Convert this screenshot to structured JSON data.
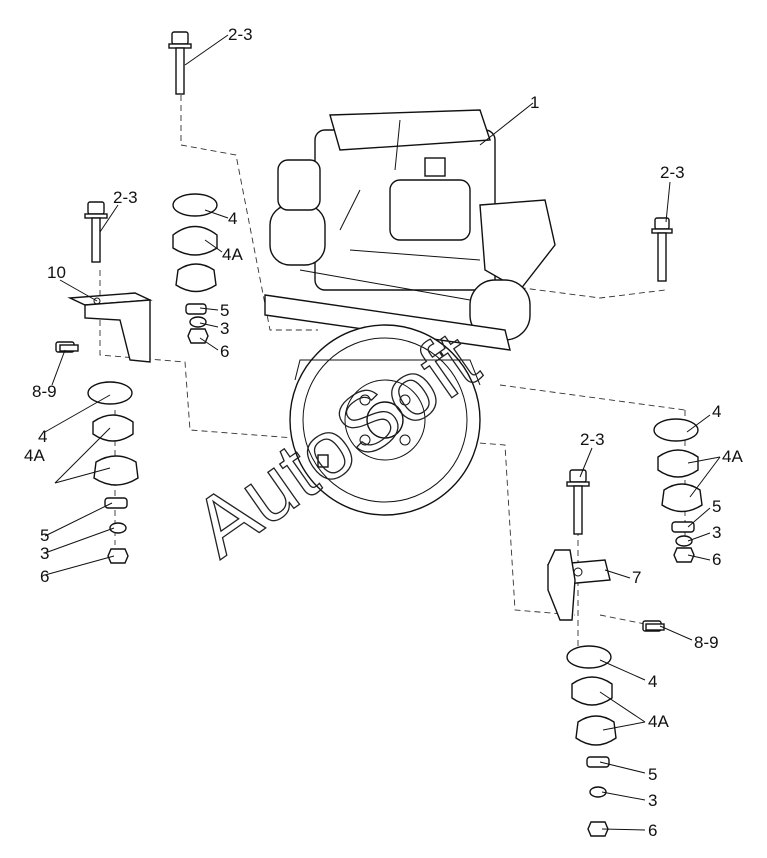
{
  "callouts": {
    "engine": "1",
    "bolt_a": "2-3",
    "bolt_b": "2-3",
    "bolt_c": "2-3",
    "bolt_d": "2-3",
    "bracket_left": "10",
    "bracket_right": "7",
    "pin_left": "8-9",
    "pin_right": "8-9",
    "a_cushion": "4",
    "a_mount": "4A",
    "a_washer": "5",
    "a_washer2": "3",
    "a_nut": "6",
    "b_cushion": "4",
    "b_mount": "4A",
    "b_washer": "5",
    "b_washer2": "3",
    "b_nut": "6",
    "c_cushion": "4",
    "c_mount": "4A",
    "c_washer": "5",
    "c_washer2": "3",
    "c_nut": "6",
    "d_cushion": "4",
    "d_mount": "4A",
    "d_washer": "5",
    "d_washer2": "3",
    "d_nut": "6"
  },
  "watermark": "AutoSoft"
}
